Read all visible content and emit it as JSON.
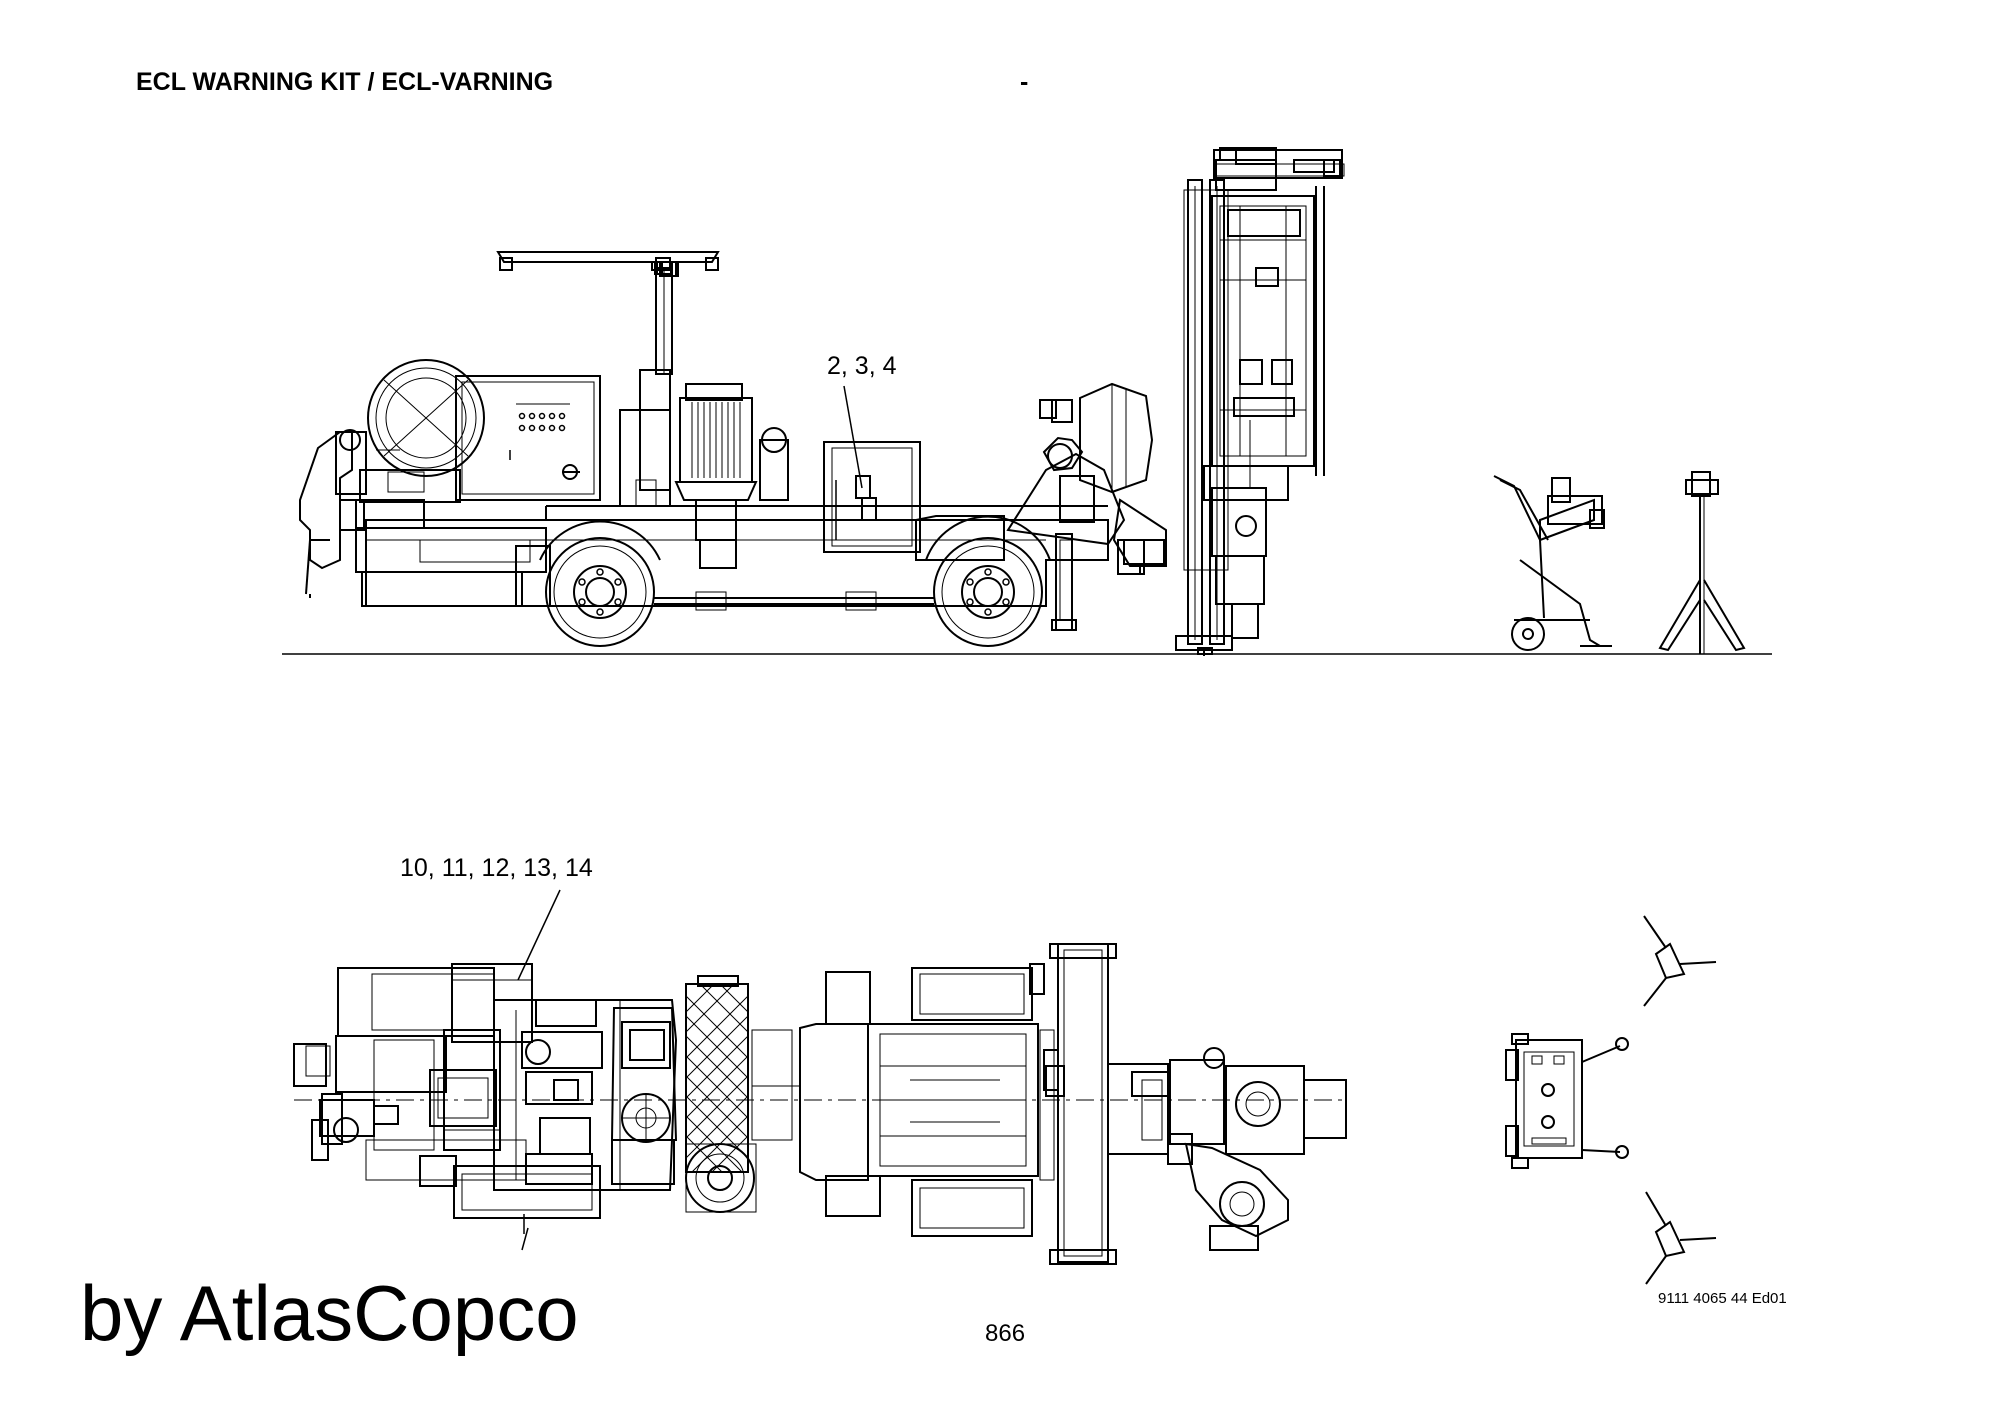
{
  "header": {
    "title": "ECL WARNING KIT / ECL-VARNING",
    "dash": "-"
  },
  "callouts": {
    "side_view": "2, 3, 4",
    "top_view": "10, 11, 12, 13, 14"
  },
  "footer": {
    "doc_number": "9111 4065 44 Ed01",
    "page_number": "866",
    "watermark": "by AtlasCopco"
  }
}
